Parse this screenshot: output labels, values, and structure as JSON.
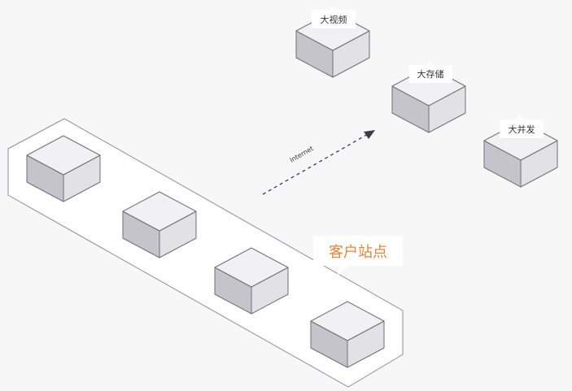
{
  "labels": {
    "video": "大视频",
    "storage": "大存储",
    "concurrency": "大并发",
    "internet": "Internet",
    "customer_site": "客户站点"
  },
  "colors": {
    "background": "#f7f7f7",
    "platform_fill": "#ffffff",
    "platform_stroke": "#8e8e95",
    "cube_top": "#f1f1f3",
    "cube_left": "#c4c4ca",
    "cube_right": "#e2e2e6",
    "cube_stroke": "#6f6f77",
    "arrow": "#3c3c48",
    "accent_orange": "#e8833a"
  }
}
